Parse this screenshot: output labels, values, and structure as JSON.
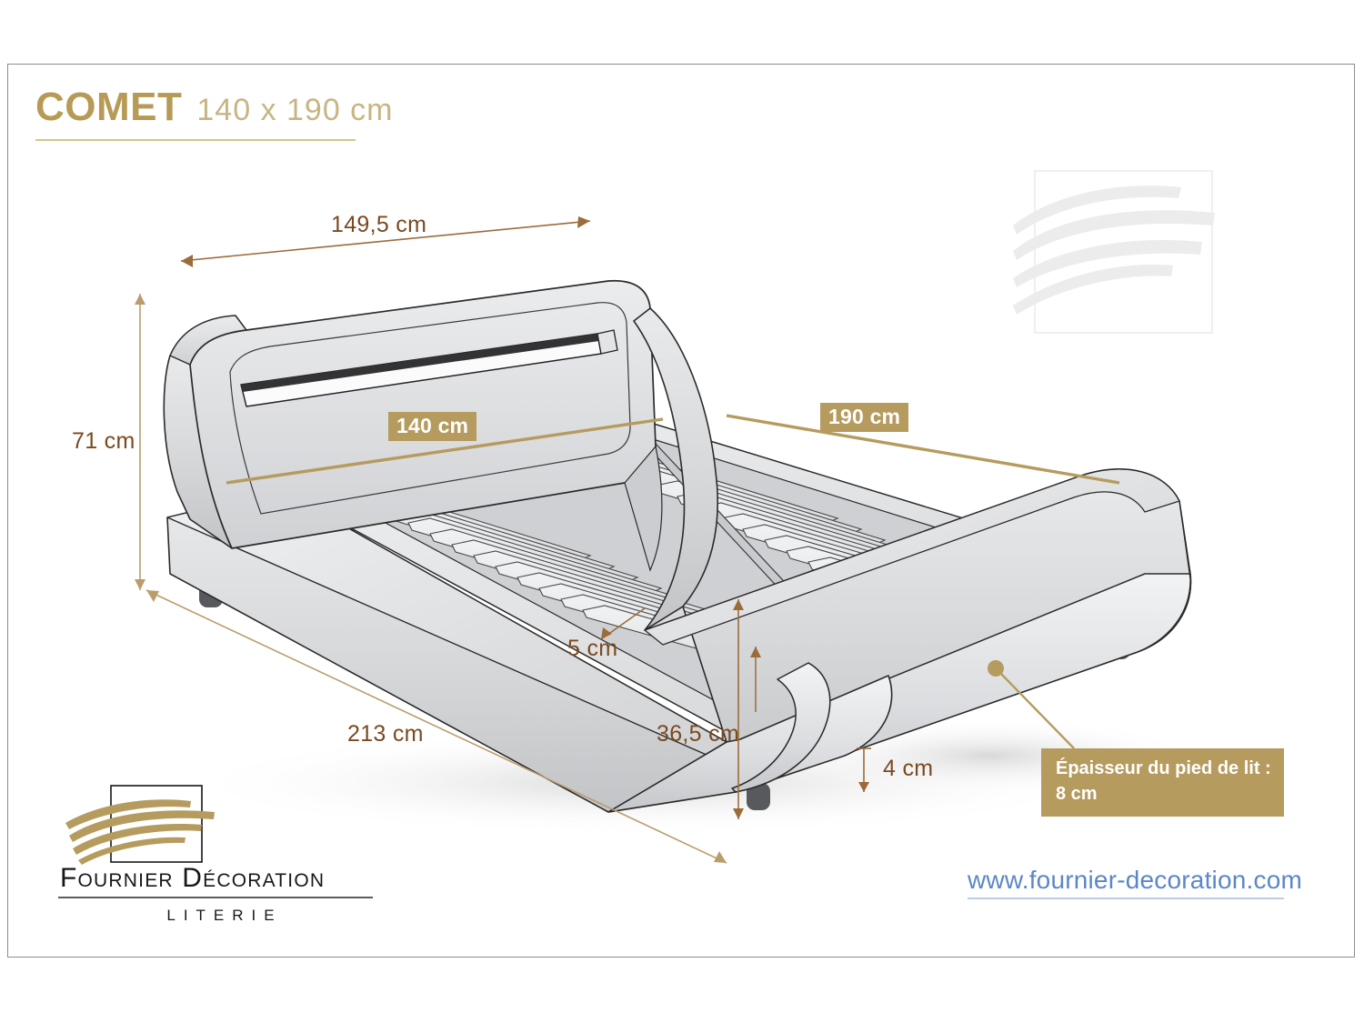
{
  "header": {
    "product_name": "COMET",
    "product_size": "140 x 190 cm"
  },
  "dimensions": {
    "width_overall": "149,5 cm",
    "height_headboard": "71 cm",
    "length_overall": "213 cm",
    "slat_thickness": "5 cm",
    "height_footboard_side": "36,5 cm",
    "ground_clearance": "4 cm",
    "mattress_width": "140 cm",
    "mattress_length": "190 cm"
  },
  "callout": {
    "line1": "Épaisseur du pied de lit :",
    "line2": "8 cm"
  },
  "logo": {
    "name": "Fournier Décoration",
    "subtitle": "LITERIE"
  },
  "footer": {
    "website": "www.fournier-decoration.com"
  },
  "colors": {
    "gold": "#b59b5e",
    "gold_title": "#b69a55",
    "gold_light": "#c8b583",
    "brown_dim": "#7a4a20",
    "brown_line": "#9c6b3a",
    "blue_link": "#5b87c7",
    "bed_fill": "#d8d9db",
    "bed_outline": "#2b2b2b"
  }
}
